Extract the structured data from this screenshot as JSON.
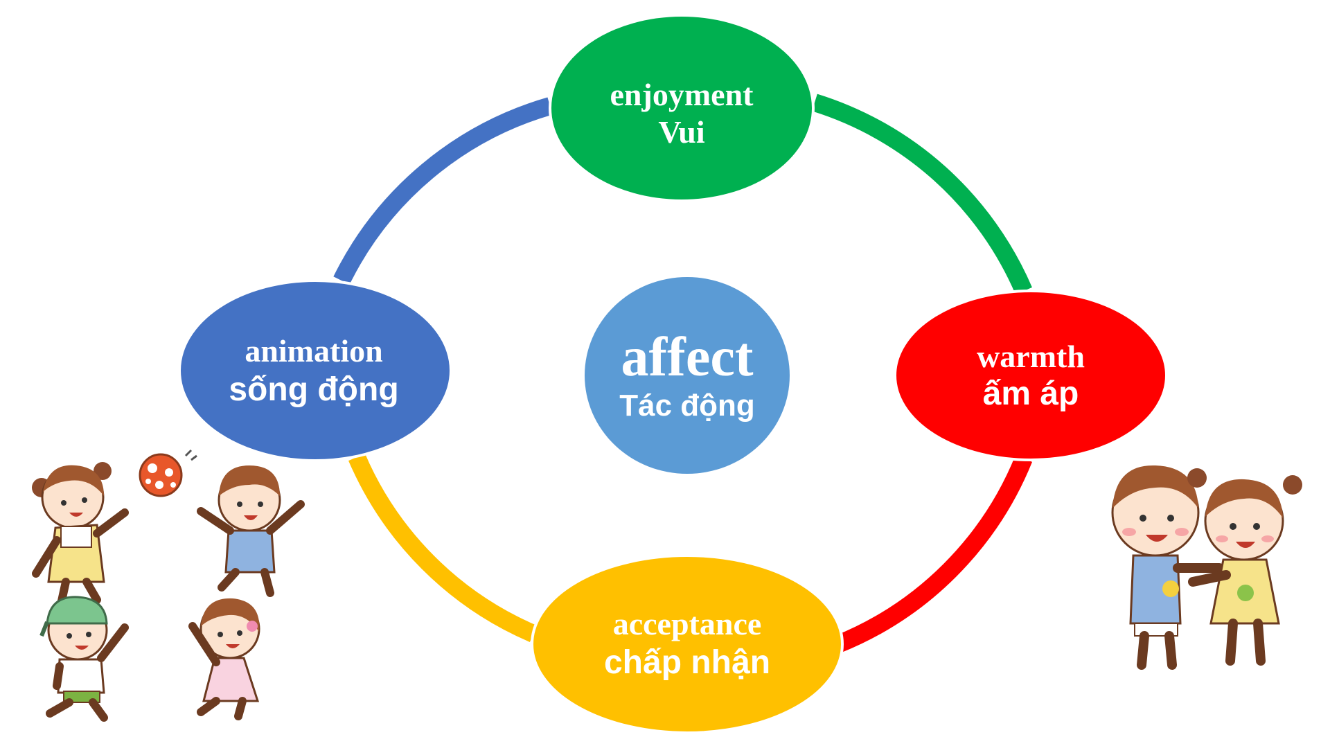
{
  "diagram": {
    "center": {
      "label_en": "affect",
      "label_vi": "Tác động",
      "color": "#5B9BD5"
    },
    "nodes": {
      "top": {
        "label_en": "enjoyment",
        "label_vi": "Vui",
        "color": "#00B050"
      },
      "right": {
        "label_en": "warmth",
        "label_vi": "ấm áp",
        "color": "#FF0000"
      },
      "bottom": {
        "label_en": "acceptance",
        "label_vi": "chấp nhận",
        "color": "#FFC000"
      },
      "left": {
        "label_en": "animation",
        "label_vi": "sống động",
        "color": "#4472C4"
      }
    },
    "ring_arcs": [
      {
        "from": "left",
        "to": "top",
        "color": "#4472C4"
      },
      {
        "from": "top",
        "to": "right",
        "color": "#00B050"
      },
      {
        "from": "right",
        "to": "bottom",
        "color": "#FF0000"
      },
      {
        "from": "bottom",
        "to": "left",
        "color": "#FFC000"
      }
    ]
  },
  "illustrations": {
    "left": "children-playing-ball-illustration",
    "right": "two-children-hugging-illustration"
  }
}
